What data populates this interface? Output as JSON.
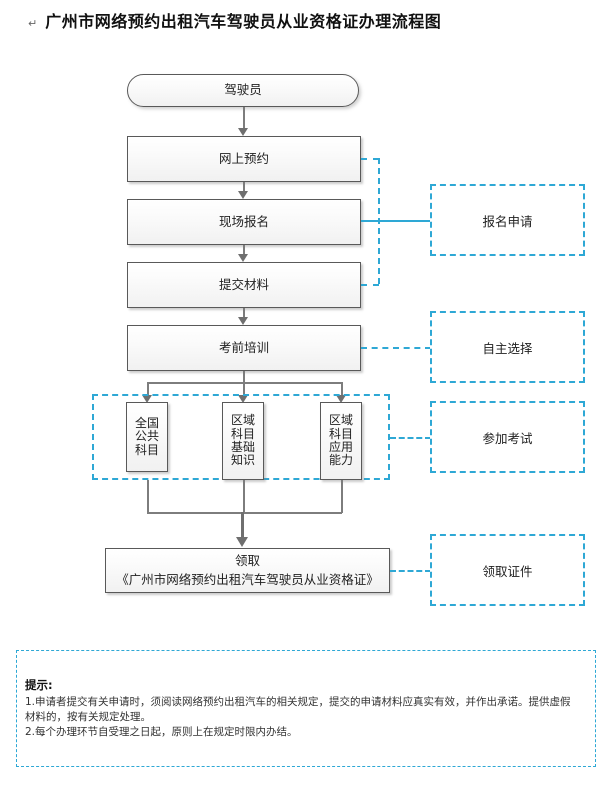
{
  "page": {
    "pilcrow_glyph": "↵",
    "title": "广州市网络预约出租汽车驾驶员从业资格证办理流程图",
    "accent_color": "#2ea8d5",
    "node_border_color": "#595959",
    "connector_color": "#7d7d7d"
  },
  "flow": {
    "start": {
      "label": "驾驶员",
      "shape": "rounded"
    },
    "steps": [
      {
        "label": "网上预约"
      },
      {
        "label": "现场报名"
      },
      {
        "label": "提交材料"
      },
      {
        "label": "考前培训"
      }
    ],
    "exam_subjects": [
      {
        "lines": [
          "全国",
          "公共",
          "科目"
        ]
      },
      {
        "lines": [
          "区域",
          "科目",
          "基础",
          "知识"
        ]
      },
      {
        "lines": [
          "区域",
          "科目",
          "应用",
          "能力"
        ]
      }
    ],
    "final": {
      "line1": "领取",
      "line2": "《广州市网络预约出租汽车驾驶员从业资格证》"
    }
  },
  "stages": [
    {
      "label": "报名申请"
    },
    {
      "label": "自主选择"
    },
    {
      "label": "参加考试"
    },
    {
      "label": "领取证件"
    }
  ],
  "note": {
    "title": "提示:",
    "lines": [
      "1.申请者提交有关申请时，须阅读网络预约出租汽车的相关规定，提交的申请材料应真实有效，并作出承诺。提供虚假",
      "材料的，按有关规定处理。",
      "2.每个办理环节自受理之日起，原则上在规定时限内办结。"
    ]
  }
}
